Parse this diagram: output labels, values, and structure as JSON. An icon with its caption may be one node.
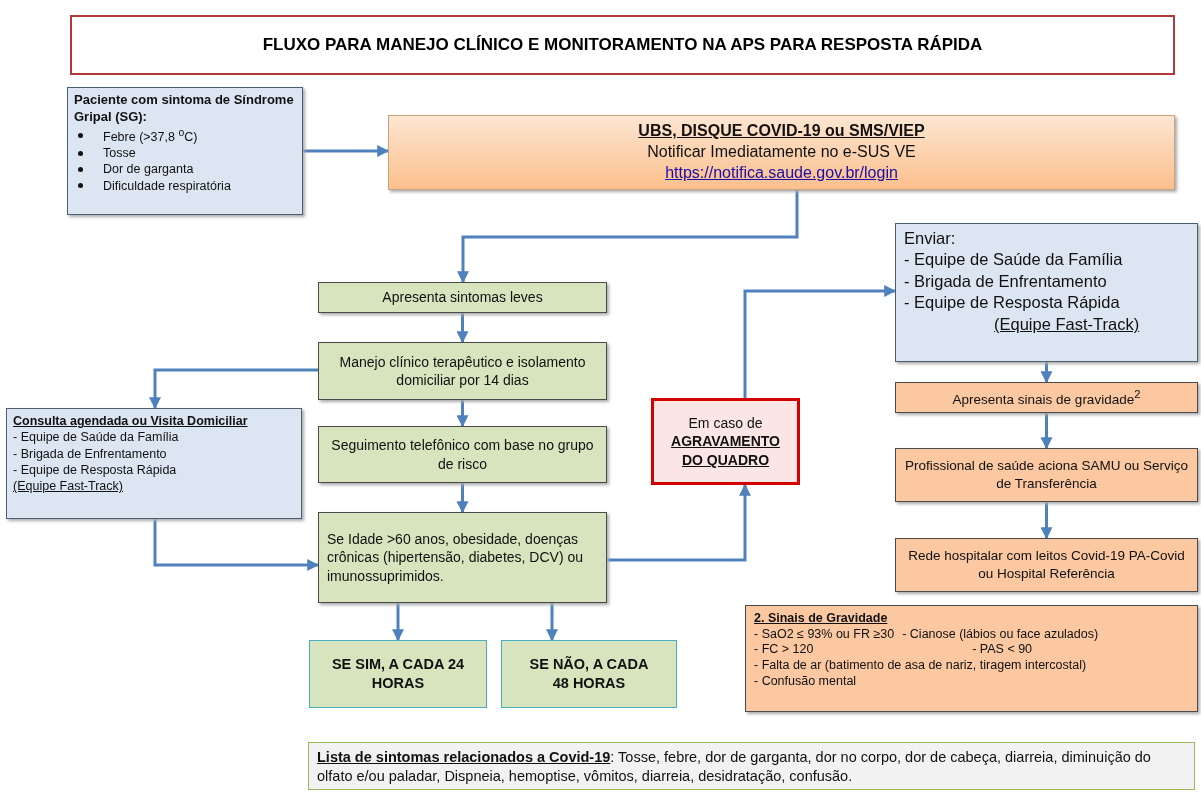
{
  "diagram": {
    "title": "FLUXO PARA MANEJO CLÍNICO E MONITORAMENTO NA APS PARA RESPOSTA RÁPIDA",
    "nodes": [
      {
        "text": [
          "Paciente com sintoma de Síndrome Gripal (SG):",
          "Febre (>37,8 $^{o}$C)",
          "Tosse",
          "Dor de garganta",
          "Dificuldade respiratória"
        ]
      },
      {
        "text": [
          "UBS, DISQUE COVID-19 ou SMS/VIEP",
          "Notificar Imediatamente no e-SUS VE",
          "https://notifica.saude.gov.br/login"
        ]
      },
      {
        "text": [
          "Apresenta sintomas leves"
        ]
      },
      {
        "text": [
          "Manejo clínico terapêutico e isolamento domiciliar por 14 dias"
        ]
      },
      {
        "text": [
          "Consulta agendada ou Visita Domiciliar",
          "- Equipe de Saúde da Família",
          "- Brigada de Enfrentamento",
          "- Equipe de Resposta Rápida",
          "(Equipe Fast-Track)"
        ]
      },
      {
        "text": [
          "Seguimento telefônico com base no grupo de risco"
        ]
      },
      {
        "text": [
          "Se Idade >60 anos, obesidade, doenças crônicas (hipertensão, diabetes, DCV) ou imunossuprimidos."
        ]
      },
      {
        "text": [
          "SE SIM, A CADA 24 HORAS"
        ]
      },
      {
        "text": [
          "SE NÃO, A CADA 48 HORAS"
        ]
      },
      {
        "text": [
          "Em caso de",
          "AGRAVAMENTO DO QUADRO"
        ]
      },
      {
        "text": [
          "Enviar:",
          "- Equipe de Saúde da Família",
          "- Brigada de Enfrentamento",
          "- Equipe de Resposta Rápida",
          "(Equipe Fast-Track)"
        ]
      },
      {
        "text": [
          "Apresenta sinais de gravidade$^{2}$"
        ]
      },
      {
        "text": [
          "Profissional de saúde aciona SAMU ou Serviço de Transferência"
        ]
      },
      {
        "text": [
          "Rede hospitalar com leitos Covid-19 PA-Covid ou Hospital Referência"
        ]
      },
      {
        "text": [
          "2. Sinais de Gravidade",
          "- SaO2 ≤ 93% ou FR ≥30",
          "- Cianose (lábios ou face azulados)",
          "- FC > 120",
          "- PAS < 90",
          "- Falta de ar (batimento de asa de nariz, tiragem intercostal)",
          "- Confusão mental"
        ]
      },
      {
        "text": [
          "**Lista de sintomas relacionados a Covid-19**: Tosse, febre, dor de garganta, dor no corpo, dor de cabeça, diarreia, diminuição do olfato e/ou paladar, Dispneia, hemoptise, vômitos, diarreia, desidratação, confusão."
        ]
      }
    ],
    "edges": [
      {
        "from": 0,
        "to": 1,
        "arrow": "to"
      },
      {
        "from": 1,
        "to": 2,
        "arrow": "to"
      },
      {
        "from": 2,
        "to": 3,
        "arrow": "to"
      },
      {
        "from": 3,
        "to": 5,
        "arrow": "to"
      },
      {
        "from": 5,
        "to": 6,
        "arrow": "to"
      },
      {
        "from": 3,
        "to": 4,
        "arrow": "to"
      },
      {
        "from": 4,
        "to": 6,
        "arrow": "to"
      },
      {
        "from": 6,
        "to": 9,
        "arrow": "to"
      },
      {
        "from": 9,
        "to": 10,
        "arrow": "to"
      },
      {
        "from": 10,
        "to": 11,
        "arrow": "to"
      },
      {
        "from": 11,
        "to": 12,
        "arrow": "to"
      },
      {
        "from": 12,
        "to": 13,
        "arrow": "to"
      },
      {
        "from": 6,
        "to": 7,
        "arrow": "to"
      },
      {
        "from": 6,
        "to": 8,
        "arrow": "to"
      }
    ]
  }
}
